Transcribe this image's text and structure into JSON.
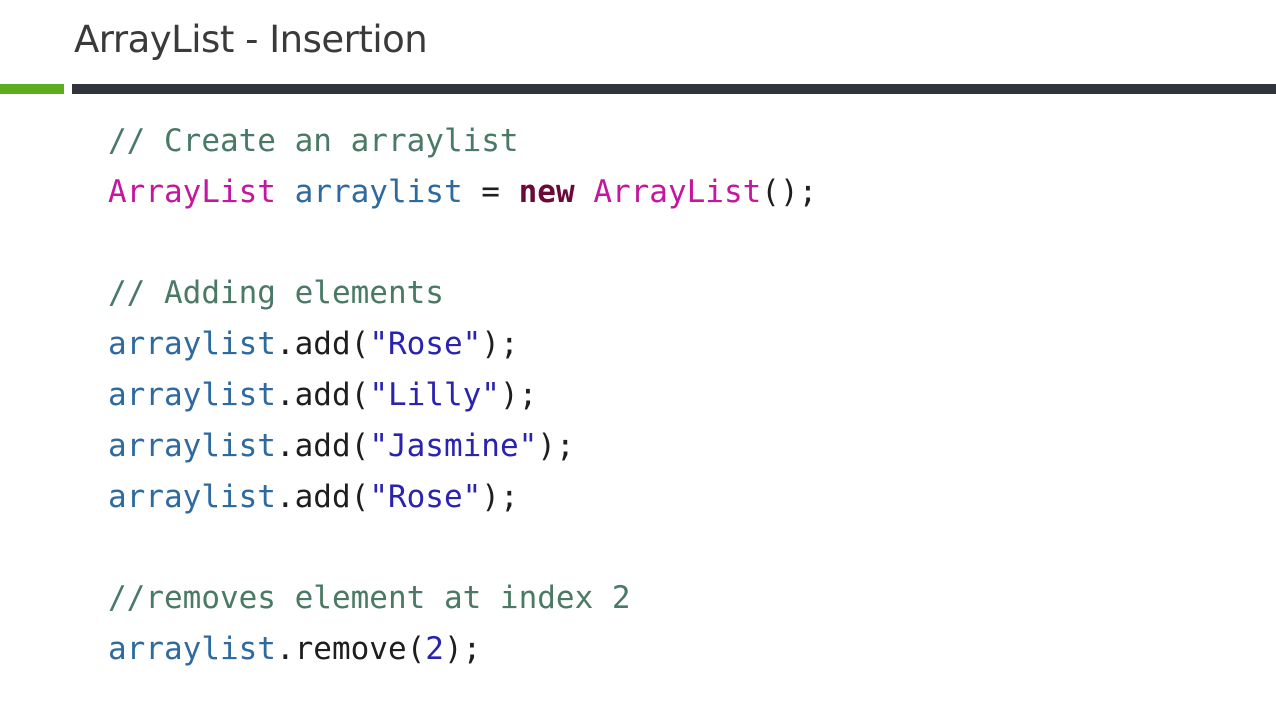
{
  "slide": {
    "title": "ArrayList - Insertion",
    "accent_colors": {
      "green": "#5cae1f",
      "dark": "#2f353b"
    }
  },
  "code": {
    "lines": [
      {
        "tokens": [
          {
            "t": "cmt",
            "text": "// Create an arraylist"
          }
        ]
      },
      {
        "tokens": [
          {
            "t": "type",
            "text": "ArrayList"
          },
          {
            "t": "plain",
            "text": " "
          },
          {
            "t": "var",
            "text": "arraylist"
          },
          {
            "t": "plain",
            "text": " = "
          },
          {
            "t": "kw",
            "text": "new"
          },
          {
            "t": "plain",
            "text": " "
          },
          {
            "t": "type",
            "text": "ArrayList"
          },
          {
            "t": "plain",
            "text": "();"
          }
        ]
      },
      {
        "tokens": []
      },
      {
        "tokens": [
          {
            "t": "cmt",
            "text": "// Adding elements"
          }
        ]
      },
      {
        "tokens": [
          {
            "t": "var",
            "text": "arraylist"
          },
          {
            "t": "plain",
            "text": ".add("
          },
          {
            "t": "str",
            "text": "\"Rose\""
          },
          {
            "t": "plain",
            "text": ");"
          }
        ]
      },
      {
        "tokens": [
          {
            "t": "var",
            "text": "arraylist"
          },
          {
            "t": "plain",
            "text": ".add("
          },
          {
            "t": "str",
            "text": "\"Lilly\""
          },
          {
            "t": "plain",
            "text": ");"
          }
        ]
      },
      {
        "tokens": [
          {
            "t": "var",
            "text": "arraylist"
          },
          {
            "t": "plain",
            "text": ".add("
          },
          {
            "t": "str",
            "text": "\"Jasmine\""
          },
          {
            "t": "plain",
            "text": ");"
          }
        ]
      },
      {
        "tokens": [
          {
            "t": "var",
            "text": "arraylist"
          },
          {
            "t": "plain",
            "text": ".add("
          },
          {
            "t": "str",
            "text": "\"Rose\""
          },
          {
            "t": "plain",
            "text": ");"
          }
        ]
      },
      {
        "tokens": []
      },
      {
        "tokens": [
          {
            "t": "cmt",
            "text": "//removes element at index 2"
          }
        ]
      },
      {
        "tokens": [
          {
            "t": "var",
            "text": "arraylist"
          },
          {
            "t": "plain",
            "text": ".remove("
          },
          {
            "t": "num",
            "text": "2"
          },
          {
            "t": "plain",
            "text": ");"
          }
        ]
      }
    ]
  }
}
